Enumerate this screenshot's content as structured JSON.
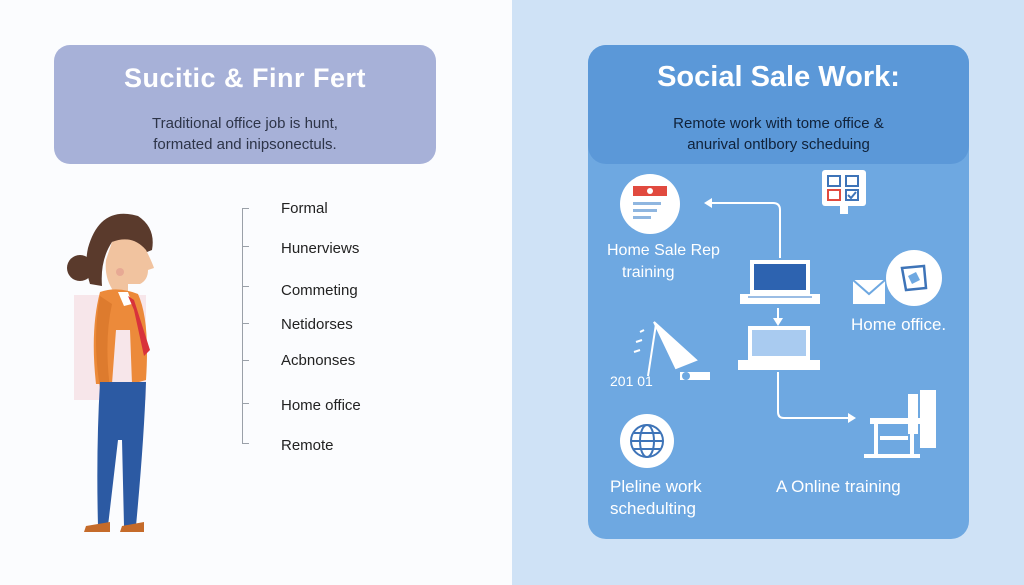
{
  "left": {
    "title": "Sucitic & Finr Fert",
    "subtitle_line1": "Traditional office job is hunt,",
    "subtitle_line2": "formated and inipsonectuls.",
    "timeline": [
      "Formal",
      "Hunerviews",
      "Commeting",
      "Netidorses",
      "Acbnonses",
      "Home office",
      "Remote"
    ]
  },
  "right": {
    "title": "Social Sale Work:",
    "subtitle_line1": "Remote work with tome office &",
    "subtitle_line2": "anurival ontlbory scheduing",
    "home_sale_line1": "Home Sale Rep",
    "home_sale_line2": "training",
    "home_office": "Home office.",
    "year_label": "201 01",
    "pleline_line1": "Pleline work",
    "pleline_line2": "schedulting",
    "online_training": "A Online training"
  },
  "colors": {
    "left_header": "#a7b1d8",
    "right_bg": "#cfe2f6",
    "right_card": "#6ea8e1",
    "right_header": "#5b98d8",
    "jacket": "#ec8a3a",
    "trousers": "#2c5aa3",
    "tie": "#d8323b"
  }
}
